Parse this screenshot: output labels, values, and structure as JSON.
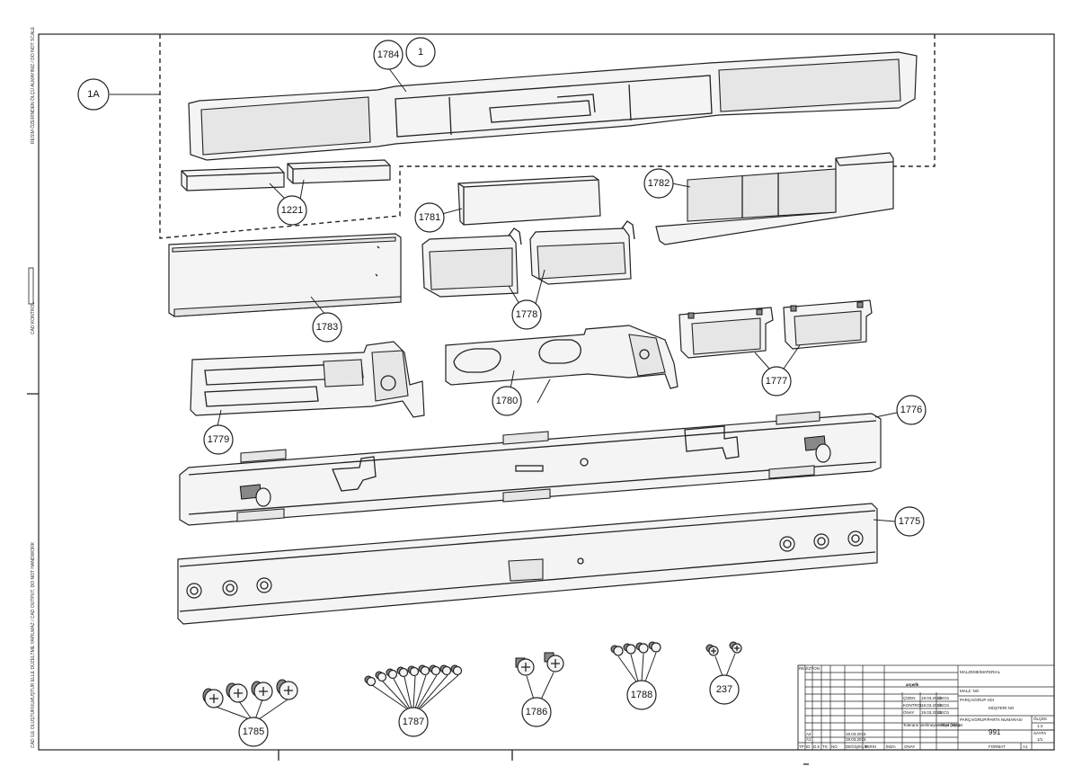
{
  "balloons": {
    "b1A": "1A",
    "b1784": "1784",
    "b1": "1",
    "b1221": "1221",
    "b1781": "1781",
    "b1782": "1782",
    "b1783": "1783",
    "b1778": "1778",
    "b1779": "1779",
    "b1780": "1780",
    "b1777": "1777",
    "b1776": "1776",
    "b1775": "1775",
    "b1785": "1785",
    "b1787": "1787",
    "b1786": "1786",
    "b1788": "1788",
    "b237": "237"
  },
  "margin_notes": {
    "top_left": "RESİM ÖZERİNDEN ÖLÇÜ ALMAYINIZ / DO NOT SCALE",
    "mid_left": "CAD KONTROL",
    "bottom_left": "CAD İLE OLUŞTURULMUŞTUR ELLE DÜZELTME YAPILMAZ / CAD OUTPUT, DO NOT HANDWORK"
  },
  "title_block": {
    "brand": "arçelik",
    "revision_header": "REVİZYON",
    "material_label": "MALZEME/MATERIAL",
    "material_no_label": "MALZ. NO",
    "part_group_label": "PARÇA/GRUP ADI",
    "customer_label": "MÜŞTERİ NO",
    "part_number_label": "PARÇA/GRUP/PARTA NUMARASI",
    "part_number": "991",
    "scale_label": "ÖLÇEK",
    "scale": "1:4",
    "sheet_label": "SAYFA",
    "sheet": "1/1",
    "paper_size_label": "FORMAT",
    "paper_size": "A1",
    "tolerance_label": "Tolerans Verilmeyen Ölçü (DIN)",
    "general_tol": "Genel Ölçüler",
    "rows": [
      {
        "role": "ÇİZEN",
        "date": "19.03.2015",
        "code": "ÜEO1"
      },
      {
        "role": "KONTROL",
        "date": "19.03.2015",
        "code": "ÜEO1"
      },
      {
        "role": "ONAY",
        "date": "19.03.2015",
        "code": "ÜEO1"
      }
    ],
    "rev_rows": [
      {
        "rev": "A4",
        "date": "19.03.2015"
      },
      {
        "rev": "A1",
        "date": "19.03.2015"
      }
    ],
    "footer_cols": [
      "TP",
      "ID",
      "D.K",
      "TS",
      "NO",
      "DEĞİŞİKLİK",
      "TARİH",
      "İMZA",
      "ONAY"
    ]
  }
}
